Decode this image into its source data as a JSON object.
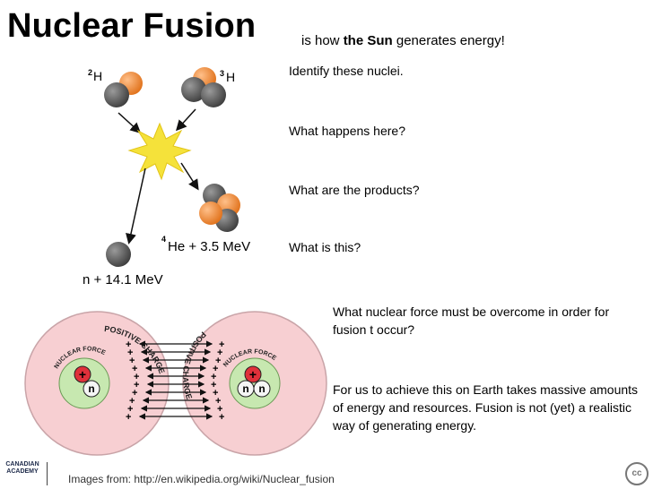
{
  "header": {
    "title": "Nuclear Fusion",
    "subtitle_pre": "is how ",
    "subtitle_bold": "the Sun",
    "subtitle_post": " generates energy!"
  },
  "diagram_top": {
    "label_h2_sup": "2",
    "label_h2": "H",
    "label_h3_sup": "3",
    "label_h3": "H",
    "label_he_sup": "4",
    "label_he": "He + 3.5 MeV",
    "label_n": "n + 14.1 MeV"
  },
  "diagram_bottom": {
    "force_left": "NUCLEAR FORCE",
    "force_right": "NUCLEAR FORCE",
    "charge_left": "POSITIVE CHARGE",
    "charge_right": "POSITIVE CHARGE",
    "plus": "+",
    "n": "n"
  },
  "questions": {
    "q1": "Identify these nuclei.",
    "q2": "What happens here?",
    "q3": "What are the products?",
    "q4": "What is this?",
    "q5": "What nuclear force must be overcome in order for fusion t occur?",
    "q6": "For us to achieve this on Earth takes massive amounts of energy and resources. Fusion is not (yet) a realistic way of generating energy."
  },
  "footer": {
    "credit": "Images from: http://en.wikipedia.org/wiki/Nuclear_fusion",
    "logo_line1": "CANADIAN",
    "logo_line2": "ACADEMY",
    "cc": "cc"
  },
  "colors": {
    "proton": "#e8802a",
    "neutron": "#5a5a5a",
    "burst": "#f5e23a",
    "pink": "#f7cfd2",
    "core": "#c7e8b0"
  }
}
